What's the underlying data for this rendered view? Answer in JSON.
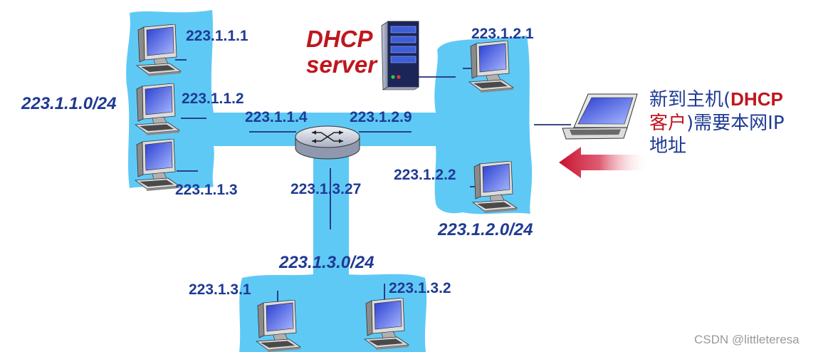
{
  "palette": {
    "network_fill": "#5fc9f6",
    "label_blue": "#1f3a93",
    "accent_red": "#c0161d"
  },
  "subnet_1": {
    "prefix": "223.1.1.0/24",
    "hosts": [
      "223.1.1.1",
      "223.1.1.2",
      "223.1.1.3"
    ],
    "router_interface": "223.1.1.4"
  },
  "subnet_2": {
    "prefix": "223.1.2.0/24",
    "hosts": [
      "223.1.2.1",
      "223.1.2.2"
    ],
    "router_interface": "223.1.2.9"
  },
  "subnet_3": {
    "prefix": "223.1.3.0/24",
    "hosts": [
      "223.1.3.1",
      "223.1.3.2"
    ],
    "router_interface": "223.1.3.27"
  },
  "dhcp_server": {
    "line1": "DHCP",
    "line2": "server"
  },
  "new_host_note": {
    "line1_a": "新到主机(",
    "line1_b": "DHCP",
    "line2_a": "客户",
    "line2_b": ")需要本网IP",
    "line3": "地址"
  },
  "icons": [
    "desktop-computer-icon",
    "router-icon",
    "server-icon",
    "laptop-icon",
    "left-arrow-icon"
  ],
  "watermark": "CSDN @littleteresa"
}
